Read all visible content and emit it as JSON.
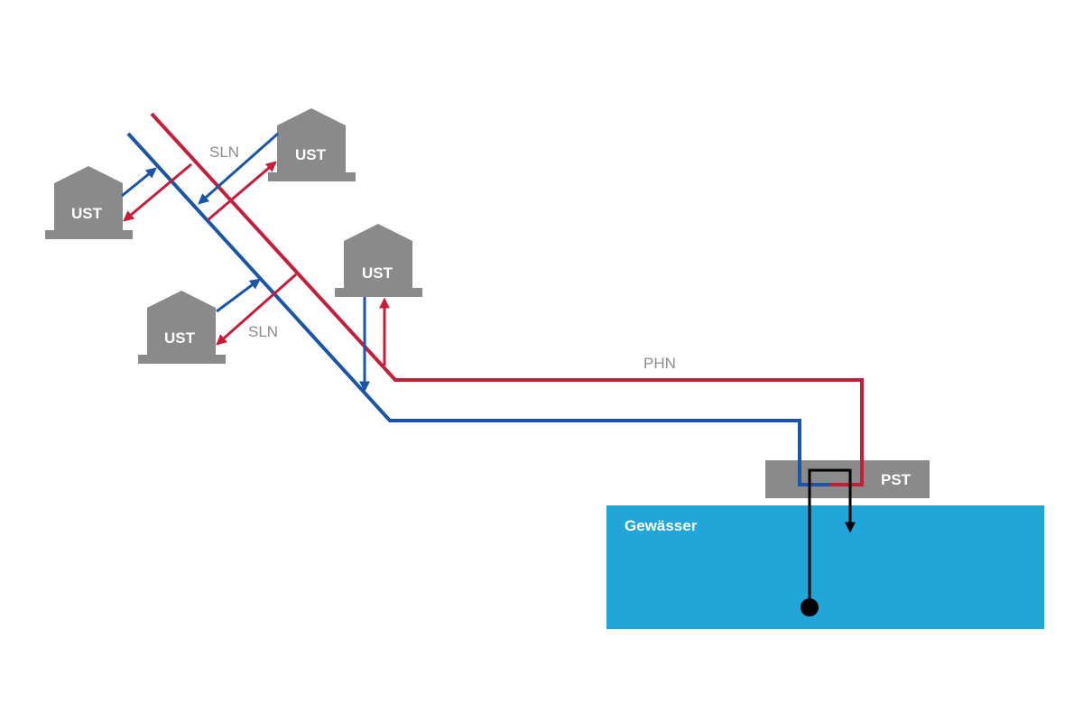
{
  "colors": {
    "supply_line": "#c41e3a",
    "return_line": "#1a55a8",
    "station": "#8a8a8a",
    "water": "#22a5d8",
    "pipe_intake": "#000000"
  },
  "labels": {
    "substation": "UST",
    "secondary_network_top": "SLN",
    "secondary_network_bottom": "SLN",
    "primary_network": "PHN",
    "pump_station": "PST",
    "water_body": "Gewässer"
  }
}
